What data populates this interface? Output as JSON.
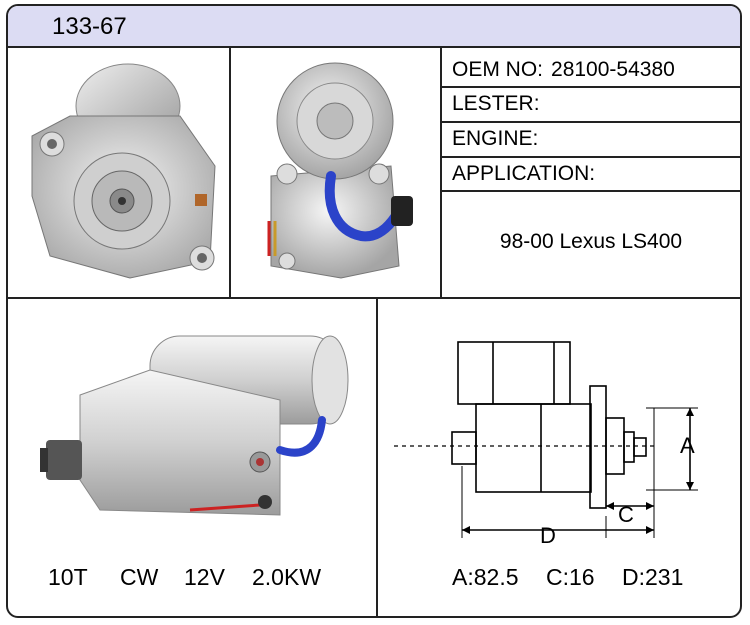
{
  "header": {
    "code": "133-67"
  },
  "specs_table": {
    "oem": {
      "label": "OEM NO:",
      "value": "28100-54380"
    },
    "lester": {
      "label": "LESTER:"
    },
    "engine": {
      "label": "ENGINE:"
    },
    "application": {
      "label": "APPLICATION:",
      "value": "98-00 Lexus LS400"
    }
  },
  "features": {
    "teeth": "10T",
    "rotation": "CW",
    "voltage": "12V",
    "power": "2.0KW"
  },
  "dimensions": {
    "a": "A:82.5",
    "c": "C:16",
    "d": "D:231",
    "label_a": "A",
    "label_c": "C",
    "label_d": "D"
  },
  "colors": {
    "header_bg": "#dcdcf3",
    "border": "#222222",
    "wire_blue": "#2b43c9"
  }
}
